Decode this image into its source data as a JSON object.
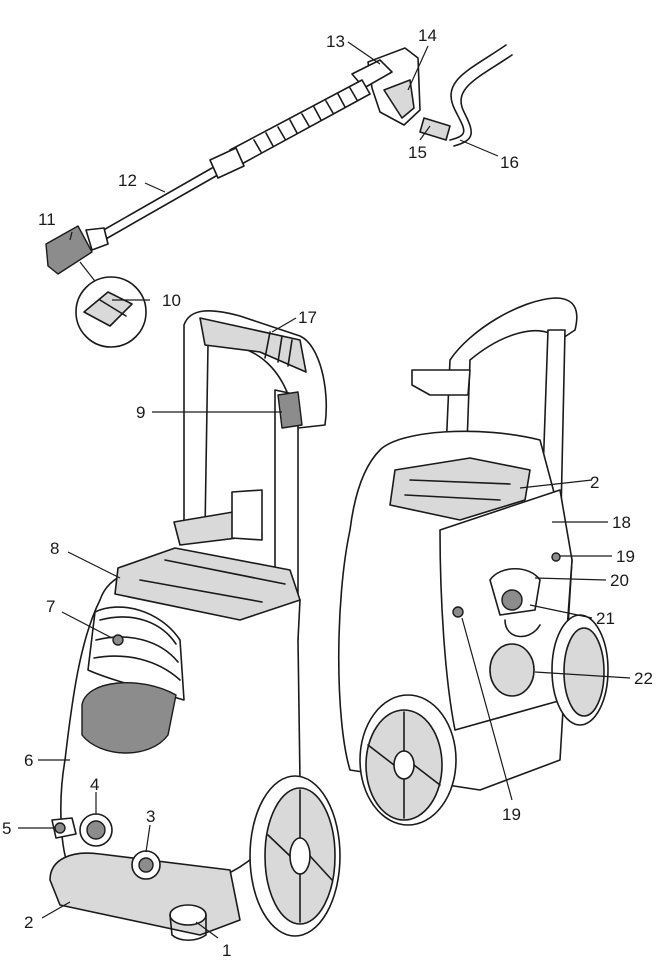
{
  "labels": {
    "l1": "1",
    "l2a": "2",
    "l2b": "2",
    "l3": "3",
    "l4": "4",
    "l5": "5",
    "l6": "6",
    "l7": "7",
    "l8": "8",
    "l9": "9",
    "l10": "10",
    "l11": "11",
    "l12": "12",
    "l13": "13",
    "l14": "14",
    "l15": "15",
    "l16": "16",
    "l17": "17",
    "l18": "18",
    "l19a": "19",
    "l19b": "19",
    "l20": "20",
    "l21": "21",
    "l22": "22"
  },
  "colors": {
    "line": "#1a1a1a",
    "shade": "#d9d9d9",
    "dark": "#8c8c8c",
    "background": "#ffffff"
  }
}
